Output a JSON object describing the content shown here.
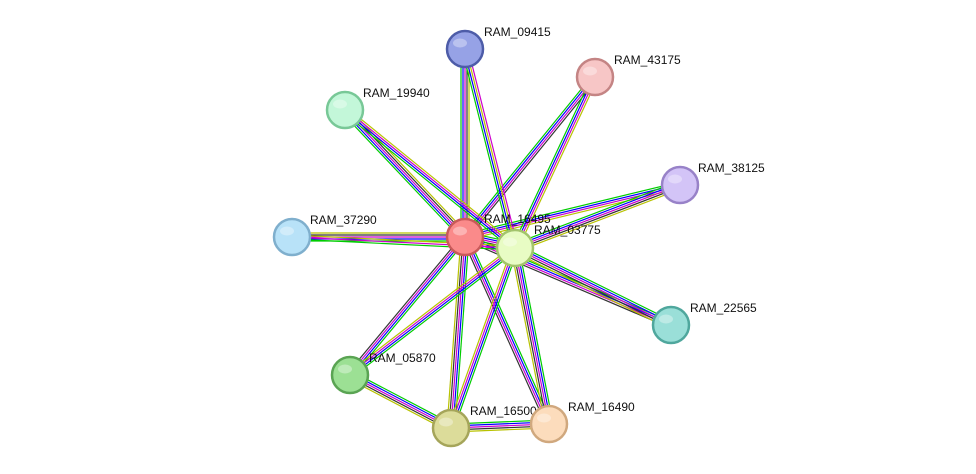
{
  "network": {
    "nodes": [
      {
        "id": "n16495",
        "label": "RAM_16495",
        "fill": "#fa8a8a",
        "stroke": "#c85a5a"
      },
      {
        "id": "n03775",
        "label": "RAM_03775",
        "fill": "#e8fcc4",
        "stroke": "#a3c46c"
      },
      {
        "id": "n09415",
        "label": "RAM_09415",
        "fill": "#96a2e6",
        "stroke": "#4d5ca8"
      },
      {
        "id": "n43175",
        "label": "RAM_43175",
        "fill": "#f7c6c6",
        "stroke": "#c48484"
      },
      {
        "id": "n19940",
        "label": "RAM_19940",
        "fill": "#c3f7d9",
        "stroke": "#78c897"
      },
      {
        "id": "n38125",
        "label": "RAM_38125",
        "fill": "#d3c4f7",
        "stroke": "#9882c8"
      },
      {
        "id": "n37290",
        "label": "RAM_37290",
        "fill": "#b8e2f8",
        "stroke": "#7fafcd"
      },
      {
        "id": "n22565",
        "label": "RAM_22565",
        "fill": "#9adfd8",
        "stroke": "#4fa79d"
      },
      {
        "id": "n05870",
        "label": "RAM_05870",
        "fill": "#9ce094",
        "stroke": "#5aa453"
      },
      {
        "id": "n16500",
        "label": "RAM_16500",
        "fill": "#dcdc9a",
        "stroke": "#a5a55a"
      },
      {
        "id": "n16490",
        "label": "RAM_16490",
        "fill": "#fcdcbc",
        "stroke": "#d0a87e"
      }
    ],
    "edges": [
      {
        "source": "n16495",
        "target": "n03775",
        "colors": [
          "#00cc00",
          "#0000ff",
          "#cc00cc",
          "#333333",
          "#b8c200",
          "#cc00cc"
        ]
      },
      {
        "source": "n16495",
        "target": "n09415",
        "colors": [
          "#00cc00",
          "#0000ff",
          "#cc00cc",
          "#333333",
          "#b8c200"
        ]
      },
      {
        "source": "n16495",
        "target": "n43175",
        "colors": [
          "#00cc00",
          "#0000ff",
          "#cc00cc",
          "#333333"
        ]
      },
      {
        "source": "n16495",
        "target": "n19940",
        "colors": [
          "#00cc00",
          "#0000ff",
          "#cc00cc",
          "#333333",
          "#b8c200"
        ]
      },
      {
        "source": "n16495",
        "target": "n38125",
        "colors": [
          "#00cc00",
          "#0000ff",
          "#cc00cc",
          "#b8c200"
        ]
      },
      {
        "source": "n16495",
        "target": "n37290",
        "colors": [
          "#00cc00",
          "#0000ff",
          "#cc00cc",
          "#333333",
          "#b8c200"
        ]
      },
      {
        "source": "n16495",
        "target": "n22565",
        "colors": [
          "#00cc00",
          "#0000ff",
          "#cc00cc",
          "#333333"
        ]
      },
      {
        "source": "n16495",
        "target": "n05870",
        "colors": [
          "#00cc00",
          "#0000ff",
          "#cc00cc",
          "#333333"
        ]
      },
      {
        "source": "n16495",
        "target": "n16500",
        "colors": [
          "#00cc00",
          "#0000ff",
          "#cc00cc",
          "#333333",
          "#b8c200"
        ]
      },
      {
        "source": "n16495",
        "target": "n16490",
        "colors": [
          "#00cc00",
          "#0000ff",
          "#cc00cc",
          "#333333"
        ]
      },
      {
        "source": "n03775",
        "target": "n09415",
        "colors": [
          "#00cc00",
          "#0000ff",
          "#b8c200",
          "#cc00cc"
        ]
      },
      {
        "source": "n03775",
        "target": "n43175",
        "colors": [
          "#00cc00",
          "#0000ff",
          "#cc00cc",
          "#b8c200"
        ]
      },
      {
        "source": "n03775",
        "target": "n19940",
        "colors": [
          "#00cc00",
          "#0000ff",
          "#cc00cc",
          "#b8c200"
        ]
      },
      {
        "source": "n03775",
        "target": "n38125",
        "colors": [
          "#00cc00",
          "#0000ff",
          "#cc00cc",
          "#333333",
          "#b8c200"
        ]
      },
      {
        "source": "n03775",
        "target": "n37290",
        "colors": [
          "#00cc00",
          "#cc00cc",
          "#b8c200"
        ]
      },
      {
        "source": "n03775",
        "target": "n22565",
        "colors": [
          "#00cc00",
          "#0000ff",
          "#cc00cc",
          "#333333",
          "#b8c200"
        ]
      },
      {
        "source": "n03775",
        "target": "n05870",
        "colors": [
          "#00cc00",
          "#0000ff",
          "#cc00cc",
          "#b8c200"
        ]
      },
      {
        "source": "n03775",
        "target": "n16500",
        "colors": [
          "#00cc00",
          "#0000ff",
          "#cc00cc",
          "#b8c200"
        ]
      },
      {
        "source": "n03775",
        "target": "n16490",
        "colors": [
          "#00cc00",
          "#0000ff",
          "#cc00cc",
          "#333333",
          "#b8c200"
        ]
      },
      {
        "source": "n05870",
        "target": "n16500",
        "colors": [
          "#00cc00",
          "#0000ff",
          "#cc00cc",
          "#333333",
          "#b8c200"
        ]
      },
      {
        "source": "n16500",
        "target": "n16490",
        "colors": [
          "#00cc00",
          "#0000ff",
          "#cc00cc",
          "#333333",
          "#b8c200"
        ]
      }
    ]
  }
}
